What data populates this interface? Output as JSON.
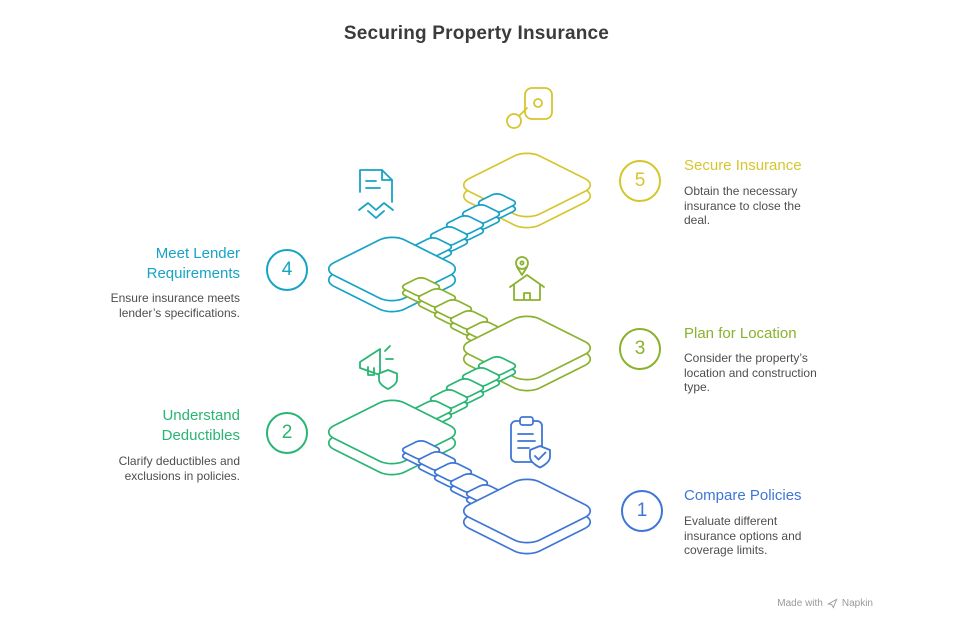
{
  "title": "Securing Property Insurance",
  "steps": [
    {
      "number": "1",
      "label": "Compare Policies",
      "description": "Evaluate different insurance options and coverage limits.",
      "color": "#3e76d6",
      "icon": "clipboard-shield-icon"
    },
    {
      "number": "2",
      "label": "Understand Deductibles",
      "description": "Clarify deductibles and exclusions in policies.",
      "color": "#29b573",
      "icon": "megaphone-shield-icon"
    },
    {
      "number": "3",
      "label": "Plan for Location",
      "description": "Consider the property’s location and construction type.",
      "color": "#8ab22d",
      "icon": "location-house-icon"
    },
    {
      "number": "4",
      "label": "Meet Lender Requirements",
      "description": "Ensure insurance meets lender’s specifications.",
      "color": "#17a3c6",
      "icon": "document-handshake-icon"
    },
    {
      "number": "5",
      "label": "Secure Insurance",
      "description": "Obtain the necessary insurance to close the deal.",
      "color": "#d6c62e",
      "icon": "key-icon"
    }
  ],
  "watermark": {
    "made_with": "Made with",
    "brand": "Napkin"
  }
}
